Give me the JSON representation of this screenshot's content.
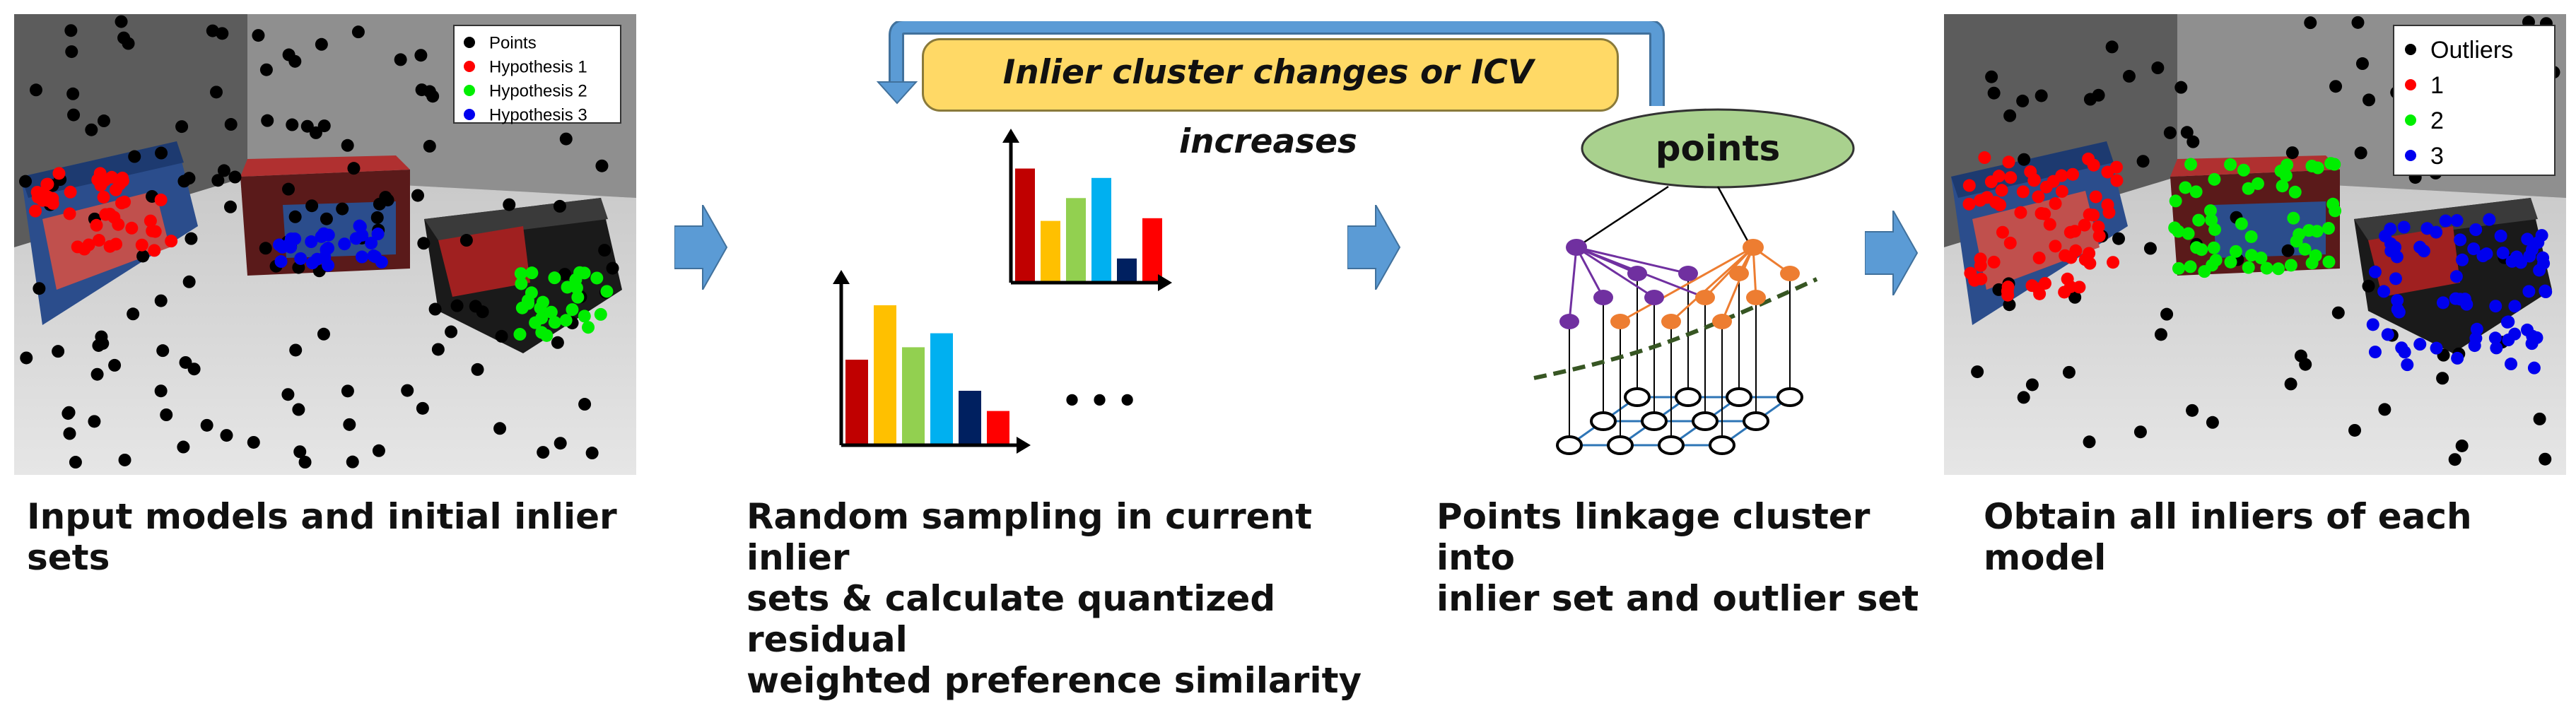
{
  "panel1": {
    "caption": "Input models and initial inlier sets",
    "legend": [
      {
        "label": "Points",
        "color": "#000000"
      },
      {
        "label": "Hypothesis 1",
        "color": "#ff0000"
      },
      {
        "label": "Hypothesis 2",
        "color": "#00ee00"
      },
      {
        "label": "Hypothesis 3",
        "color": "#0000ee"
      }
    ]
  },
  "panel2": {
    "caption_lines": [
      "Random sampling in current inlier",
      "sets & calculate quantized residual",
      "weighted preference similarity"
    ],
    "ellipsis": "•••",
    "bar_colors": [
      "#c00000",
      "#ffc000",
      "#92d050",
      "#00b0f0",
      "#002060",
      "#ff0000"
    ],
    "histogram_large": [
      0.55,
      0.9,
      0.63,
      0.72,
      0.35,
      0.22
    ],
    "histogram_small": [
      0.85,
      0.46,
      0.63,
      0.78,
      0.18,
      0.48
    ]
  },
  "loop_banner": {
    "text": "Inlier cluster changes or ICV increases",
    "fill": "#ffd966",
    "arrow_color": "#5b9bd5"
  },
  "panel3": {
    "caption_lines": [
      "Points linkage cluster into",
      "inlier set and outlier set"
    ],
    "node_label": "points",
    "node_fill": "#a9d18e",
    "purple": "#7030a0",
    "orange": "#ed7d31",
    "grid_color": "#2e75b6",
    "dashed_color": "#375623"
  },
  "panel4": {
    "caption": "Obtain all inliers of each model",
    "legend": [
      {
        "label": "Outliers",
        "color": "#000000"
      },
      {
        "label": "1",
        "color": "#ff0000"
      },
      {
        "label": "2",
        "color": "#00ee00"
      },
      {
        "label": "3",
        "color": "#0000ee"
      }
    ]
  }
}
